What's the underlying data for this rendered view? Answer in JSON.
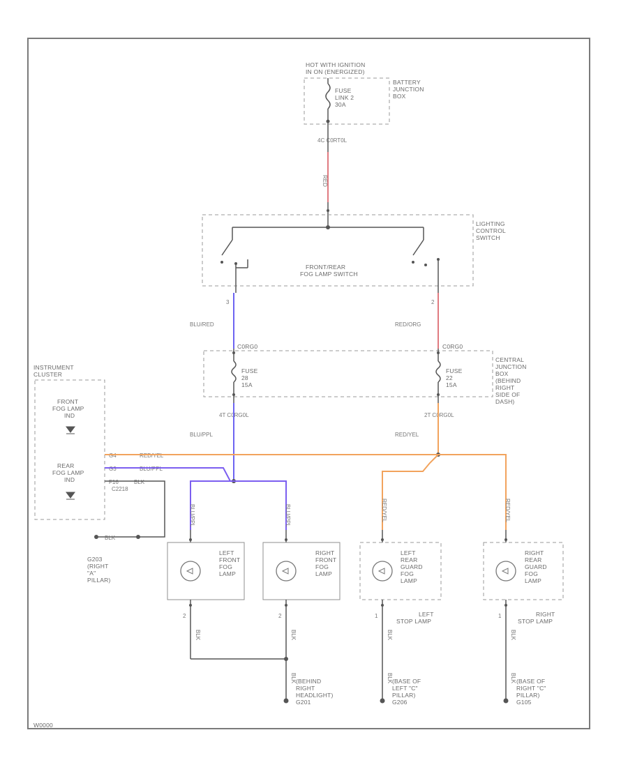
{
  "diagram": {
    "code": "W0000",
    "colors": {
      "frame": "#7a7a7a",
      "component_border": "#8f8f8f",
      "wire_black": "#555555",
      "wire_red": "#e07a80",
      "wire_blue_red": "#6d64f2",
      "wire_blue_purple": "#7b5ef0",
      "wire_red_yellow": "#f2a35d",
      "text": "#6a6a6a"
    },
    "components": {
      "battery_jb": {
        "top_label": [
          "HOT WITH IGNITION",
          "IN ON (ENERGIZED)"
        ],
        "side_label": [
          "BATTERY",
          "JUNCTION",
          "BOX"
        ],
        "fuse_label": [
          "FUSE",
          "LINK 2",
          "30A"
        ]
      },
      "lighting_switch": {
        "side_label": [
          "LIGHTING",
          "CONTROL",
          "SWITCH"
        ],
        "inner_label": [
          "FRONT/REAR",
          "FOG LAMP SWITCH"
        ]
      },
      "central_jb": {
        "side_label": [
          "CENTRAL",
          "JUNCTION",
          "BOX",
          "(BEHIND",
          "RIGHT",
          "SIDE OF",
          "DASH)"
        ],
        "fuse_left": [
          "FUSE",
          "28",
          "15A"
        ],
        "fuse_right": [
          "FUSE",
          "22",
          "15A"
        ],
        "conn_left": "C0RG0",
        "conn_right": "C0RG0"
      },
      "instrument_cluster": {
        "label": [
          "INSTRUMENT",
          "CLUSTER"
        ],
        "front_ind": [
          "FRONT",
          "FOG LAMP",
          "IND"
        ],
        "rear_ind": [
          "REAR",
          "FOG LAMP",
          "IND"
        ],
        "pin_a": "G4",
        "pin_b": "G3",
        "pin_c": "F16",
        "conn": "C2218",
        "wire_a": "RED/YEL",
        "wire_b": "BLU/PPL",
        "wire_c": "BLK"
      },
      "ground_left": [
        "G203",
        "(RIGHT",
        "\"A\"",
        "PILLAR)"
      ],
      "lamps": [
        {
          "label": [
            "LEFT",
            "FRONT",
            "FOG",
            "LAMP"
          ]
        },
        {
          "label": [
            "RIGHT",
            "FRONT",
            "FOG",
            "LAMP"
          ]
        },
        {
          "label": [
            "LEFT",
            "REAR",
            "GUARD",
            "FOG",
            "LAMP"
          ],
          "sub": [
            "LEFT",
            "STOP LAMP"
          ]
        },
        {
          "label": [
            "RIGHT",
            "REAR",
            "GUARD",
            "FOG",
            "LAMP"
          ],
          "sub": [
            "RIGHT",
            "STOP LAMP"
          ]
        }
      ],
      "grounds_bottom": [
        [
          "(BEHIND",
          "RIGHT",
          "HEADLIGHT)",
          "G201"
        ],
        [
          "(BASE OF",
          "LEFT \"C\"",
          "PILLAR)",
          "G206"
        ],
        [
          "(BASE OF",
          "RIGHT \"C\"",
          "PILLAR)",
          "G105"
        ]
      ]
    },
    "wires": {
      "w_top": "4C  C0RT0L",
      "w_top_color": "RED",
      "w_blured": "BLU/RED",
      "w_redora": "RED/ORG",
      "w_left_conn": "4T  C0RG0L",
      "w_right_conn": "2T  C0RG0L",
      "w_bluppl": "BLU/PPL",
      "w_redyel": "RED/YEL",
      "lamp_wire_left": "BLU/PPL",
      "lamp_wire_right": "RED/YEL",
      "ground_wire": "BLK",
      "pin1": "1",
      "pin2": "2",
      "pin3": "3"
    }
  }
}
